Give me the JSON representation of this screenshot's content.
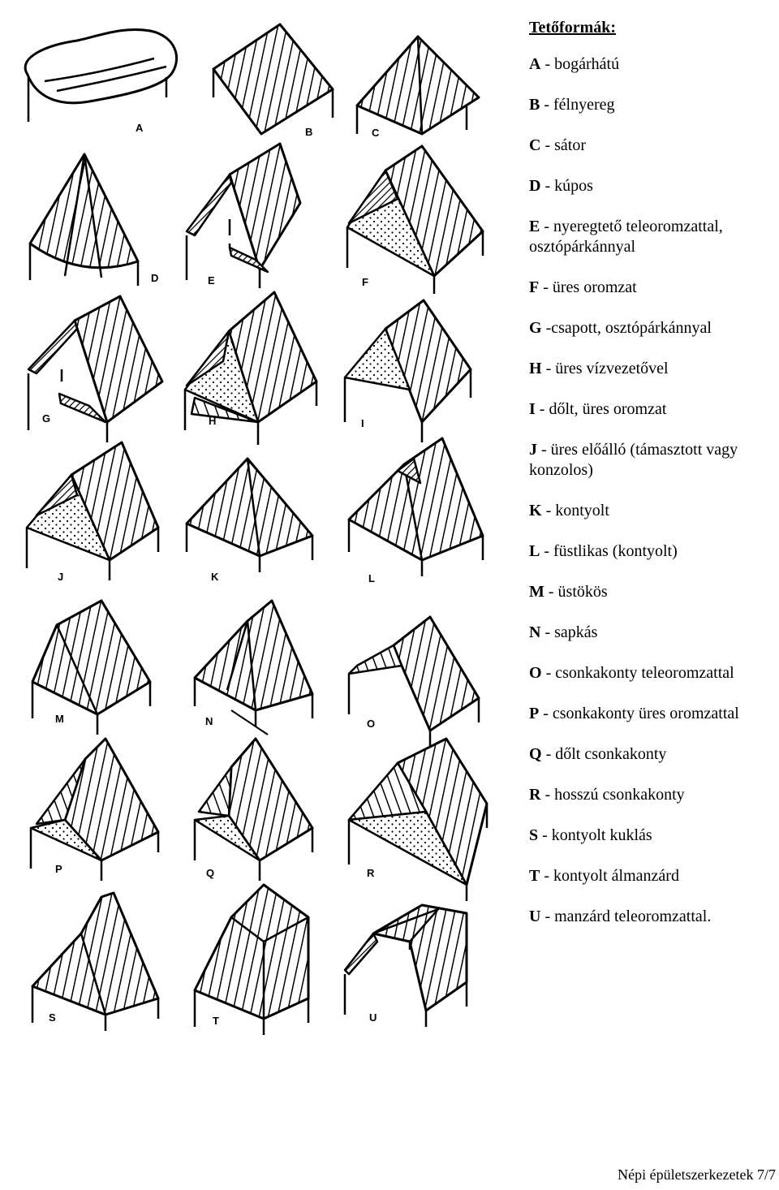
{
  "legend": {
    "title": "Tetőformák:",
    "items": [
      {
        "letter": "A",
        "text": " - bogárhátú"
      },
      {
        "letter": "B",
        "text": " - félnyereg"
      },
      {
        "letter": "C",
        "text": " - sátor"
      },
      {
        "letter": "D",
        "text": " - kúpos"
      },
      {
        "letter": "E",
        "text": " - nyeregtető teleoromzattal, osztópárkánnyal"
      },
      {
        "letter": "F",
        "text": " - üres oromzat"
      },
      {
        "letter": "G",
        "text": " -csapott, osztópárkánnyal"
      },
      {
        "letter": "H",
        "text": " - üres vízvezetővel"
      },
      {
        "letter": "I",
        "text": " - dőlt, üres oromzat"
      },
      {
        "letter": "J",
        "text": " - üres előálló (támasztott vagy konzolos)"
      },
      {
        "letter": "K",
        "text": " - kontyolt"
      },
      {
        "letter": "L",
        "text": " - füstlikas (kontyolt)"
      },
      {
        "letter": "M",
        "text": " - üstökös"
      },
      {
        "letter": "N",
        "text": " - sapkás"
      },
      {
        "letter": "O",
        "text": " - csonkakonty teleoromzattal"
      },
      {
        "letter": "P",
        "text": " - csonkakonty üres oromzattal"
      },
      {
        "letter": "Q",
        "text": " - dőlt csonkakonty"
      },
      {
        "letter": "R",
        "text": " - hosszú csonkakonty"
      },
      {
        "letter": "S",
        "text": " - kontyolt kuklás"
      },
      {
        "letter": "T",
        "text": " - kontyolt álmanzárd"
      },
      {
        "letter": "U",
        "text": " - manzárd teleoromzattal."
      }
    ]
  },
  "figure": {
    "roof_labels": [
      "A",
      "B",
      "C",
      "D",
      "E",
      "F",
      "G",
      "H",
      "I",
      "J",
      "K",
      "L",
      "M",
      "N",
      "O",
      "P",
      "Q",
      "R",
      "S",
      "T",
      "U"
    ]
  },
  "footer": {
    "text": "Népi épületszerkezetek 7/7"
  }
}
